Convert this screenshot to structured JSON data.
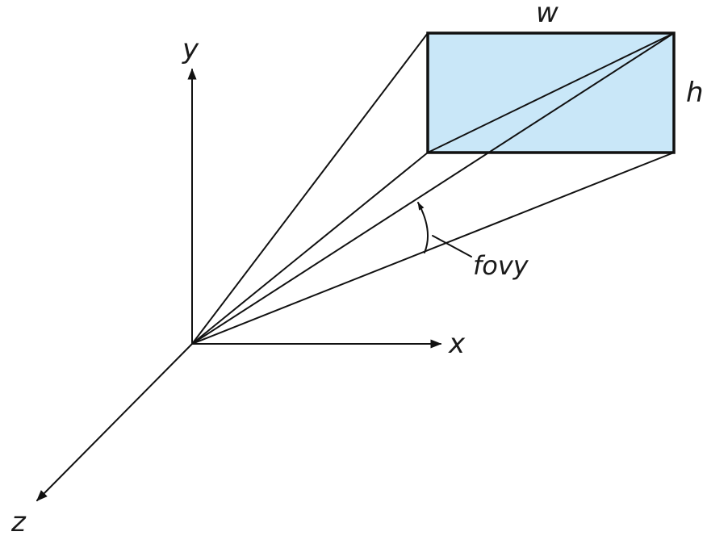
{
  "labels": {
    "x_axis": "x",
    "y_axis": "y",
    "z_axis": "z",
    "width": "w",
    "height": "h",
    "fov": "fovy"
  },
  "colors": {
    "line": "#111111",
    "plane_fill": "#c9e7f8",
    "background": "#ffffff"
  }
}
